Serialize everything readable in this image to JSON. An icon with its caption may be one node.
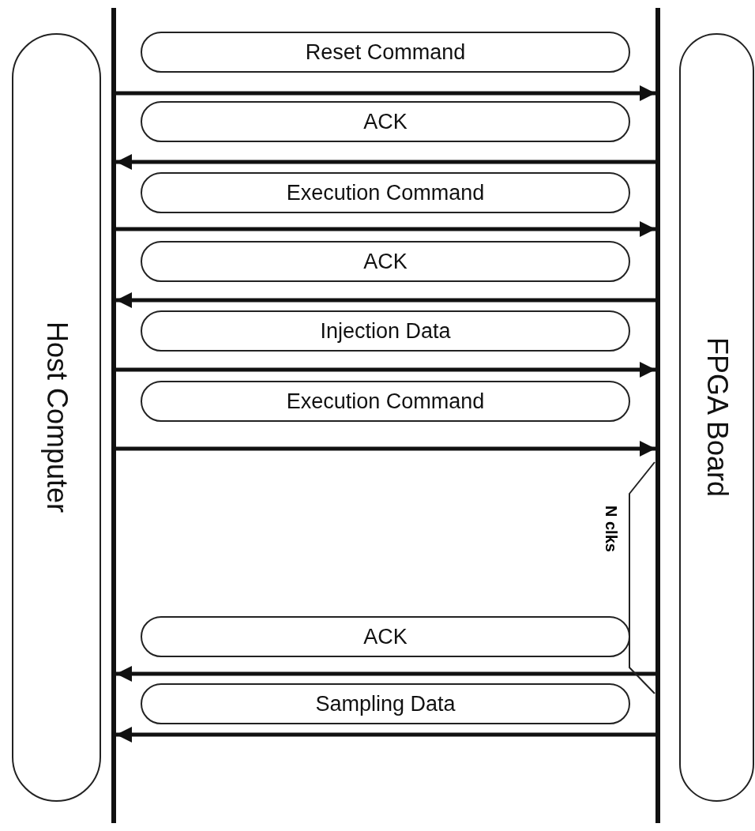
{
  "diagram": {
    "nodes": [
      {
        "text": [
          "Host Computer"
        ]
      },
      {
        "text": [],
        "shape": "bar"
      },
      {
        "text": [
          "Reset Command"
        ]
      },
      {
        "text": [
          "ACK"
        ]
      },
      {
        "text": [
          "Execution Command"
        ]
      },
      {
        "text": [
          "ACK"
        ]
      },
      {
        "text": [
          "Injection Data"
        ]
      },
      {
        "text": [
          "Execution Command"
        ]
      },
      {
        "text": [
          "ACK"
        ]
      },
      {
        "text": [
          "Sampling Data"
        ]
      },
      {
        "text": [],
        "shape": "bar"
      },
      {
        "text": [
          "FPGA Board"
        ]
      }
    ],
    "edges": [
      {
        "from": 1,
        "to": 10,
        "arrow": "to"
      },
      {
        "from": 10,
        "to": 1,
        "arrow": "to"
      },
      {
        "from": 1,
        "to": 10,
        "arrow": "to"
      },
      {
        "from": 10,
        "to": 1,
        "arrow": "to"
      },
      {
        "from": 1,
        "to": 10,
        "arrow": "to"
      },
      {
        "from": 1,
        "to": 10,
        "arrow": "to"
      },
      {
        "from": 10,
        "to": 1,
        "arrow": "to"
      },
      {
        "from": 10,
        "to": 1,
        "arrow": "to"
      }
    ],
    "labels": [
      "N clks"
    ]
  }
}
